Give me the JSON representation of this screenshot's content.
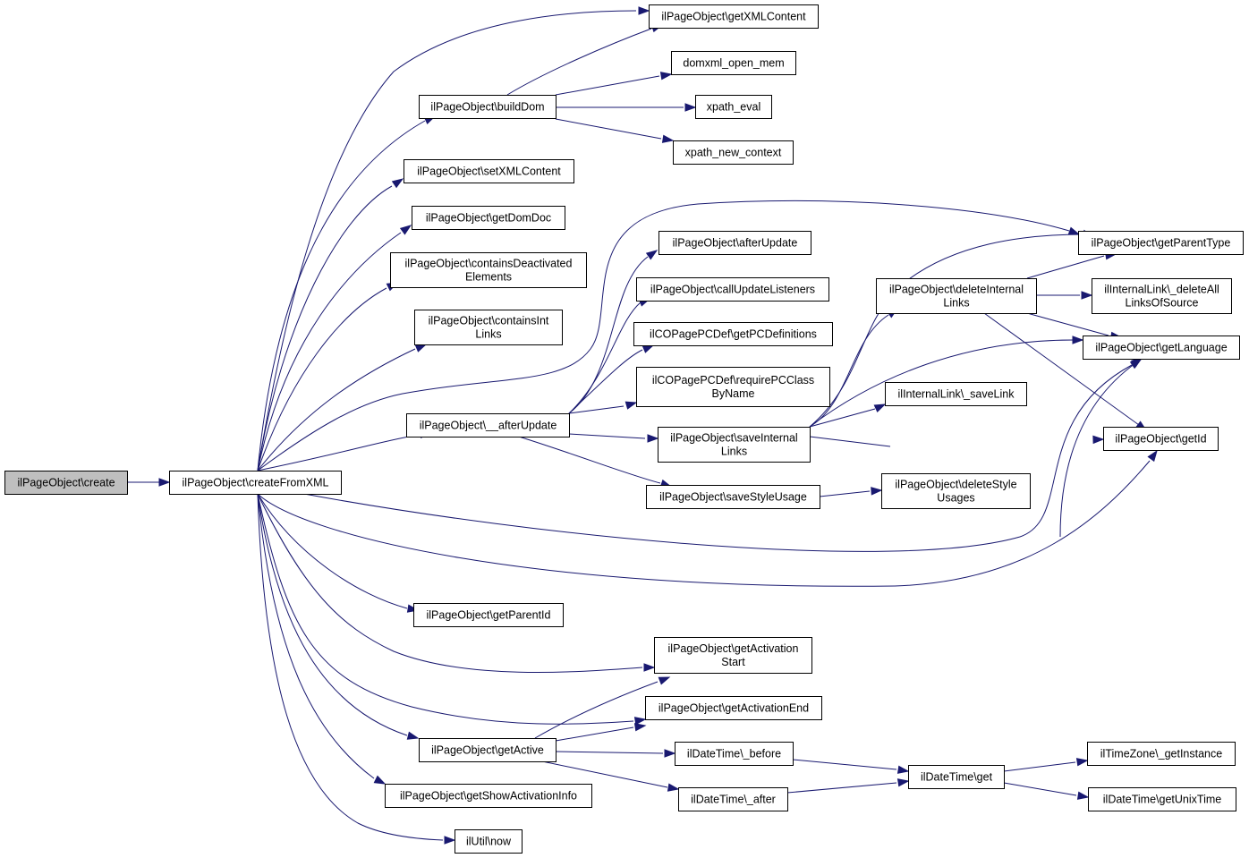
{
  "colors": {
    "edge": "#191970",
    "root_fill": "#bfbfbf",
    "node_fill": "#ffffff",
    "node_stroke": "#000000"
  },
  "nodes": {
    "create": {
      "lines": [
        "ilPageObject\\create"
      ]
    },
    "createFromXML": {
      "lines": [
        "ilPageObject\\createFromXML"
      ]
    },
    "getXMLContent": {
      "lines": [
        "ilPageObject\\getXMLContent"
      ]
    },
    "buildDom": {
      "lines": [
        "ilPageObject\\buildDom"
      ]
    },
    "domxml_open_mem": {
      "lines": [
        "domxml_open_mem"
      ]
    },
    "xpath_eval": {
      "lines": [
        "xpath_eval"
      ]
    },
    "xpath_new_context": {
      "lines": [
        "xpath_new_context"
      ]
    },
    "setXMLContent": {
      "lines": [
        "ilPageObject\\setXMLContent"
      ]
    },
    "getDomDoc": {
      "lines": [
        "ilPageObject\\getDomDoc"
      ]
    },
    "containsDeactivated": {
      "lines": [
        "ilPageObject\\containsDeactivated",
        "Elements"
      ]
    },
    "containsIntLinks": {
      "lines": [
        "ilPageObject\\containsInt",
        "Links"
      ]
    },
    "__afterUpdate": {
      "lines": [
        "ilPageObject\\__afterUpdate"
      ]
    },
    "afterUpdate": {
      "lines": [
        "ilPageObject\\afterUpdate"
      ]
    },
    "callUpdateListeners": {
      "lines": [
        "ilPageObject\\callUpdateListeners"
      ]
    },
    "getPCDefinitions": {
      "lines": [
        "ilCOPagePCDef\\getPCDefinitions"
      ]
    },
    "requirePCClassByName": {
      "lines": [
        "ilCOPagePCDef\\requirePCClass",
        "ByName"
      ]
    },
    "saveInternalLinks": {
      "lines": [
        "ilPageObject\\saveInternal",
        "Links"
      ]
    },
    "saveStyleUsage": {
      "lines": [
        "ilPageObject\\saveStyleUsage"
      ]
    },
    "deleteInternalLinks": {
      "lines": [
        "ilPageObject\\deleteInternal",
        "Links"
      ]
    },
    "saveLink": {
      "lines": [
        "ilInternalLink\\_saveLink"
      ]
    },
    "deleteStyleUsages": {
      "lines": [
        "ilPageObject\\deleteStyle",
        "Usages"
      ]
    },
    "getParentType": {
      "lines": [
        "ilPageObject\\getParentType"
      ]
    },
    "deleteAllLinksOfSource": {
      "lines": [
        "ilInternalLink\\_deleteAll",
        "LinksOfSource"
      ]
    },
    "getLanguage": {
      "lines": [
        "ilPageObject\\getLanguage"
      ]
    },
    "getId": {
      "lines": [
        "ilPageObject\\getId"
      ]
    },
    "getParentId": {
      "lines": [
        "ilPageObject\\getParentId"
      ]
    },
    "getActivationStart": {
      "lines": [
        "ilPageObject\\getActivation",
        "Start"
      ]
    },
    "getActivationEnd": {
      "lines": [
        "ilPageObject\\getActivationEnd"
      ]
    },
    "getActive": {
      "lines": [
        "ilPageObject\\getActive"
      ]
    },
    "before": {
      "lines": [
        "ilDateTime\\_before"
      ]
    },
    "after": {
      "lines": [
        "ilDateTime\\_after"
      ]
    },
    "dtGet": {
      "lines": [
        "ilDateTime\\get"
      ]
    },
    "getInstance": {
      "lines": [
        "ilTimeZone\\_getInstance"
      ]
    },
    "getUnixTime": {
      "lines": [
        "ilDateTime\\getUnixTime"
      ]
    },
    "getShowActivationInfo": {
      "lines": [
        "ilPageObject\\getShowActivationInfo"
      ]
    },
    "now": {
      "lines": [
        "ilUtil\\now"
      ]
    }
  }
}
